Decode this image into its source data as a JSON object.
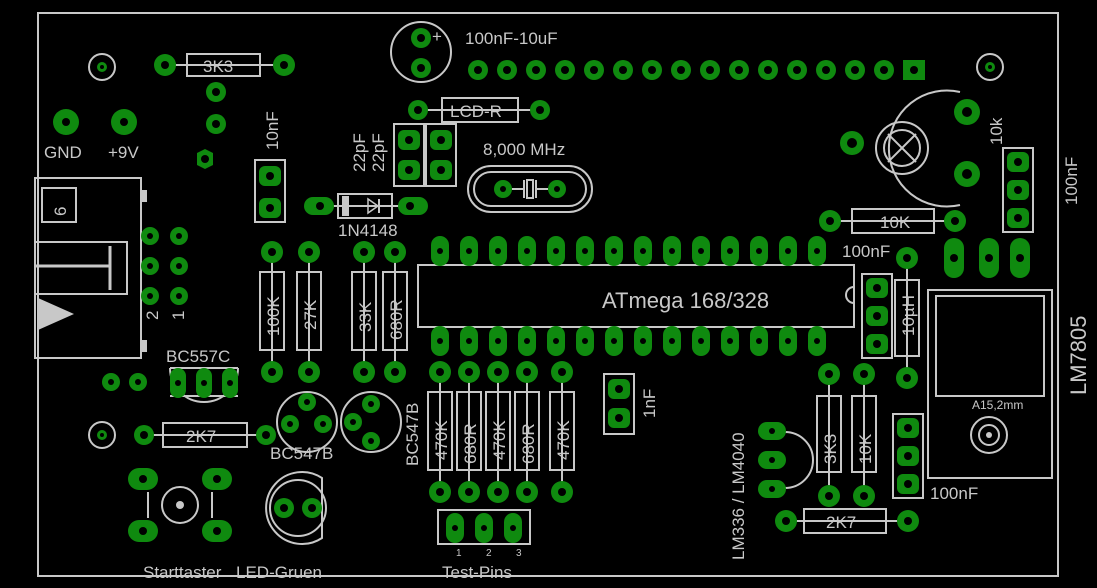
{
  "board": {
    "labels": {
      "gnd": "GND",
      "vin": "+9V",
      "r_3k3_top": "3K3",
      "c_10nf": "10nF",
      "c_100nf_10uf": "100nF-10uF",
      "lcd_r": "LCD-R",
      "c_22pf_a": "22pF",
      "c_22pf_b": "22pF",
      "crystal": "8,000 MHz",
      "diode": "1N4148",
      "pot": "10k",
      "r_10k_h": "10K",
      "c_100nf_side": "100nF",
      "c_100nf_mid": "100nF",
      "c_100nf_bottom": "100nF",
      "connector_num": "6",
      "connector_2": "2",
      "connector_1": "1",
      "r_100k": "100K",
      "r_27k": "27K",
      "r_33k": "33K",
      "r_680r_top": "680R",
      "chip": "ATmega 168/328",
      "inductor": "10µH",
      "regulator": "LM7805",
      "heatsink": "A15,2mm",
      "bc557": "BC557C",
      "bc547_right": "BC547B",
      "bc547_left": "BC547B",
      "r_2k7_left": "2K7",
      "r_470k_1": "470K",
      "r_680r_1": "680R",
      "r_470k_2": "470K",
      "r_680r_2": "680R",
      "r_470k_3": "470K",
      "c_1nf": "1nF",
      "sensor": "LM336 / LM4040",
      "r_3k3_v": "3K3",
      "r_10k_v": "10K",
      "r_2k7_bottom": "2K7",
      "start_button": "Starttaster",
      "led": "LED-Gruen",
      "test_pins": "Test-Pins",
      "pin1": "1",
      "pin2": "2",
      "pin3": "3"
    }
  }
}
